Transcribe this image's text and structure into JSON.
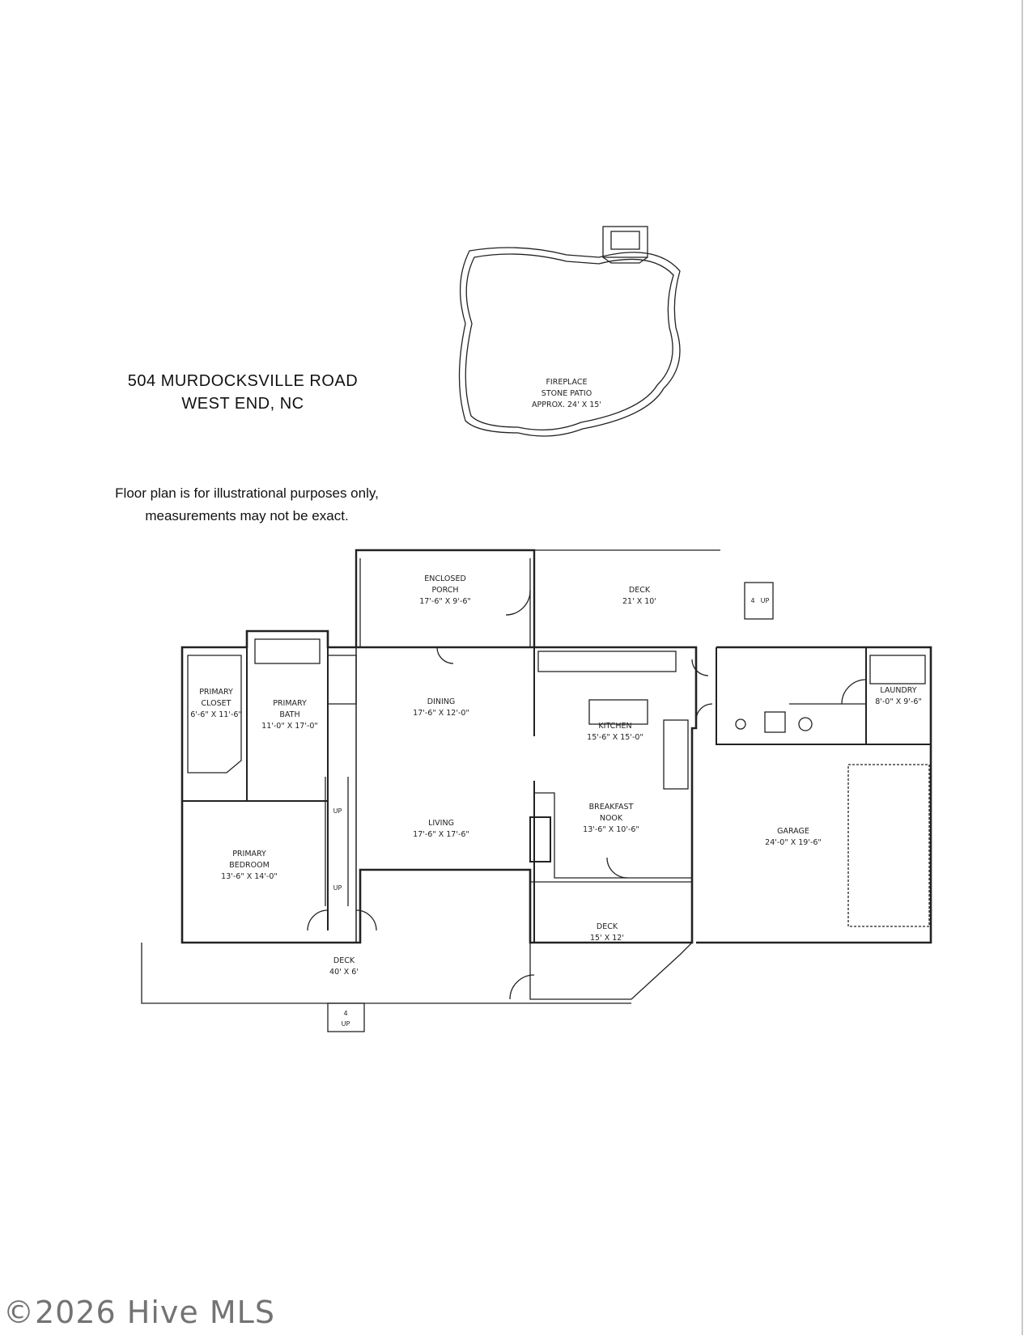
{
  "header": {
    "address_line1": "504 MURDOCKSVILLE ROAD",
    "address_line2": "WEST END, NC"
  },
  "disclaimer": {
    "line1": "Floor plan is for illustrational purposes only,",
    "line2": "measurements may not be exact."
  },
  "patio": {
    "line1": "FIREPLACE",
    "line2": "STONE PATIO",
    "line3": "APPROX. 24' X 15'"
  },
  "rooms": {
    "enclosed_porch": {
      "name1": "ENCLOSED",
      "name2": "PORCH",
      "dims": "17'-6\" X 9'-6\""
    },
    "deck_top": {
      "name": "DECK",
      "dims": "21' X 10'"
    },
    "primary_closet": {
      "name1": "PRIMARY",
      "name2": "CLOSET",
      "dims": "6'-6\" X 11'-6\""
    },
    "primary_bath": {
      "name1": "PRIMARY",
      "name2": "BATH",
      "dims": "11'-0\" X 17'-0\""
    },
    "dining": {
      "name": "DINING",
      "dims": "17'-6\" X 12'-0\""
    },
    "kitchen": {
      "name": "KITCHEN",
      "dims": "15'-6\" X 15'-0\""
    },
    "laundry": {
      "name": "LAUNDRY",
      "dims": "8'-0\" X 9'-6\""
    },
    "breakfast_nook": {
      "name1": "BREAKFAST",
      "name2": "NOOK",
      "dims": "13'-6\" X 10'-6\""
    },
    "living": {
      "name": "LIVING",
      "dims": "17'-6\" X 17'-6\""
    },
    "garage": {
      "name": "GARAGE",
      "dims": "24'-0\" X 19'-6\""
    },
    "primary_bedroom": {
      "name1": "PRIMARY",
      "name2": "BEDROOM",
      "dims": "13'-6\" X 14'-0\""
    },
    "deck_middle": {
      "name": "DECK",
      "dims": "15' X 12'"
    },
    "deck_bottom": {
      "name": "DECK",
      "dims": "40' X 6'"
    }
  },
  "stairs": {
    "up_label": "UP",
    "count": "4"
  },
  "footer": {
    "copyright": "©2026 Hive MLS"
  }
}
